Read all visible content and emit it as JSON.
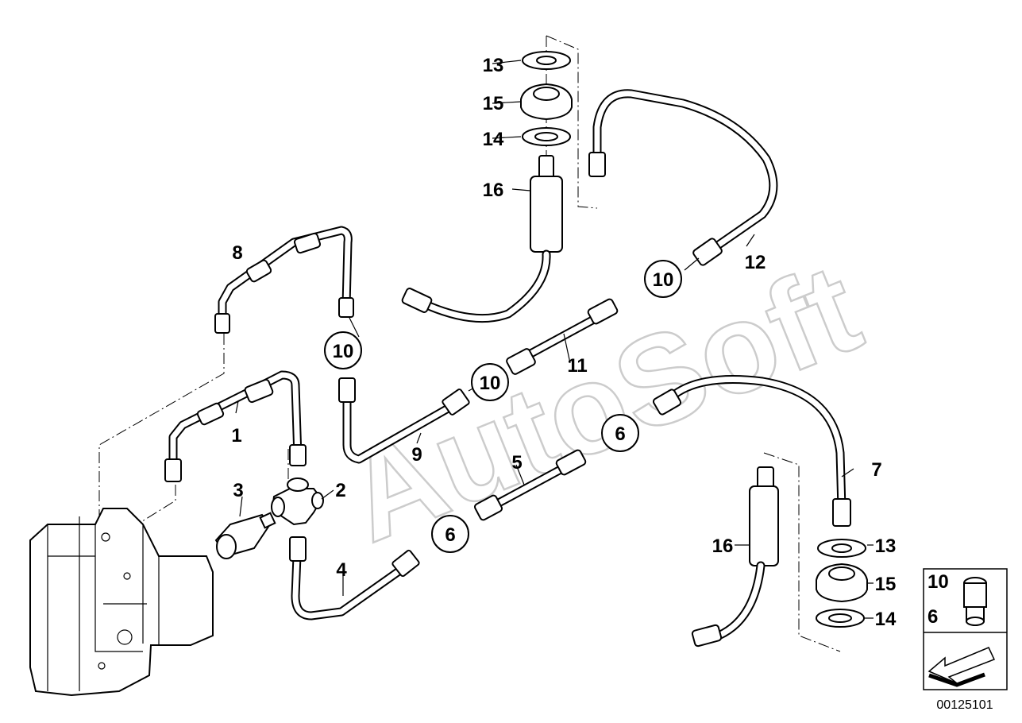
{
  "diagram": {
    "watermark": "AutoSoft",
    "drawing_number": "00125101",
    "labels": {
      "p1": "1",
      "p2": "2",
      "p3": "3",
      "p4": "4",
      "p5": "5",
      "p6a": "6",
      "p6b": "6",
      "p7": "7",
      "p8": "8",
      "p9": "9",
      "p10a": "10",
      "p10b": "10",
      "p10c": "10",
      "p11": "11",
      "p12": "12",
      "p13a": "13",
      "p13b": "13",
      "p14a": "14",
      "p14b": "14",
      "p15a": "15",
      "p15b": "15",
      "p16a": "16",
      "p16b": "16"
    },
    "legend": {
      "row1": "10",
      "row2": "6"
    }
  },
  "colors": {
    "line": "#000000",
    "background": "#ffffff",
    "watermark": "#cccccc"
  }
}
